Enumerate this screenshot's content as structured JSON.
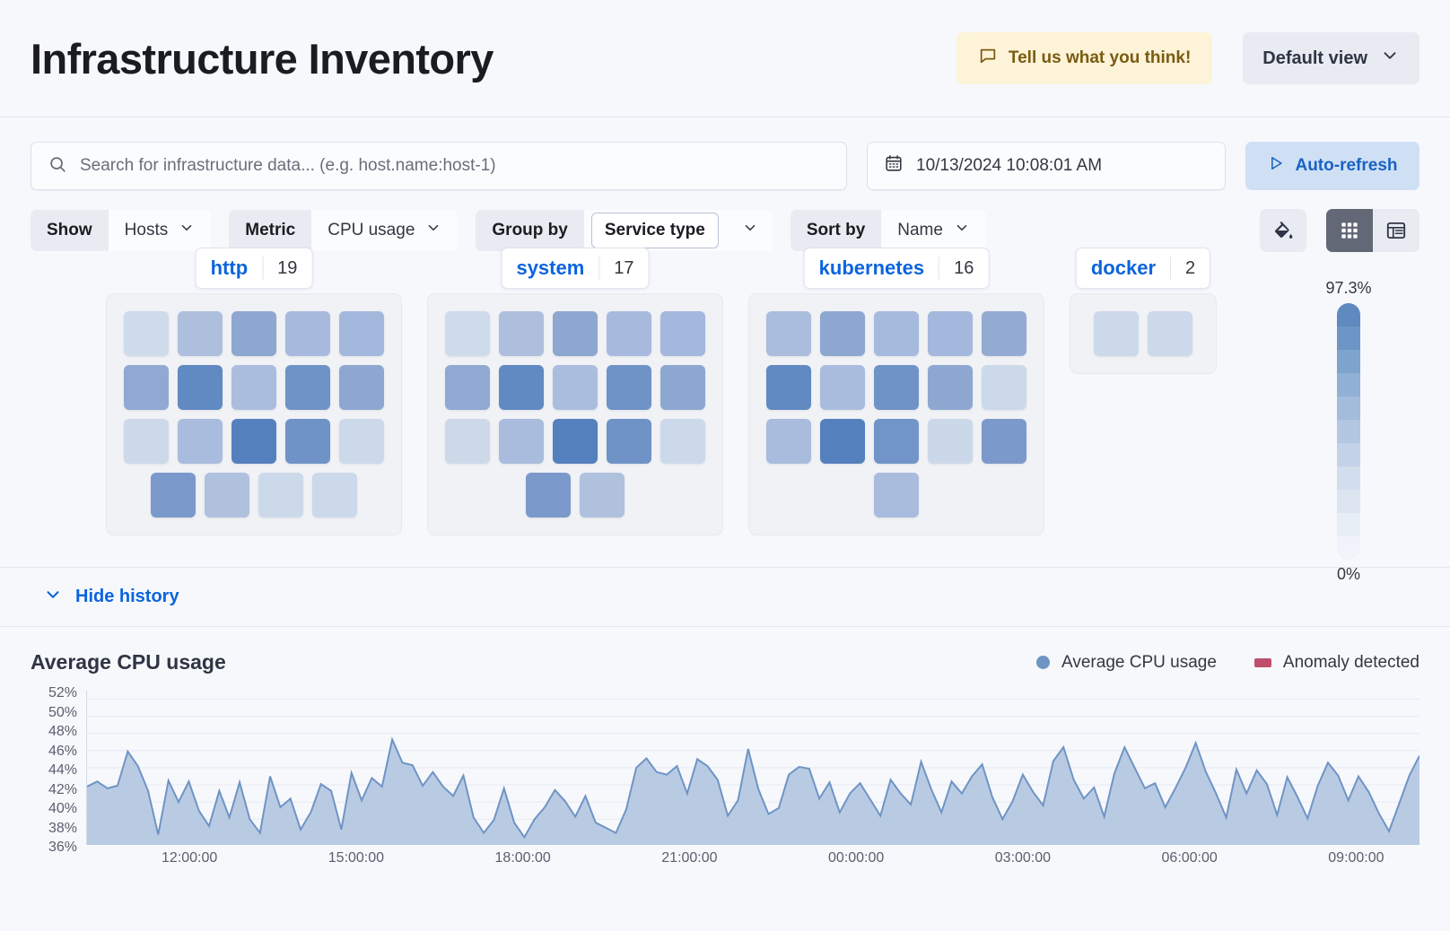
{
  "header": {
    "title": "Infrastructure Inventory",
    "feedback_label": "Tell us what you think!",
    "feedback_icon": "comment-icon",
    "view_label": "Default view",
    "view_icon": "chevron-down-icon"
  },
  "toolbar": {
    "search": {
      "placeholder": "Search for infrastructure data... (e.g. host.name:host-1)",
      "value": "",
      "icon": "search-icon"
    },
    "date": {
      "value": "10/13/2024 10:08:01 AM",
      "icon": "calendar-icon"
    },
    "refresh": {
      "label": "Auto-refresh",
      "icon": "play-icon"
    },
    "filters": [
      {
        "key": "Show",
        "value": "Hosts",
        "boxed": false
      },
      {
        "key": "Metric",
        "value": "CPU usage",
        "boxed": false
      },
      {
        "key": "Group by",
        "value": "Service type",
        "boxed": true
      },
      {
        "key": "Sort by",
        "value": "Name",
        "boxed": false
      }
    ],
    "palette_button_icon": "paint-bucket-icon",
    "view_toggle": [
      {
        "icon": "grid-view-icon",
        "selected": true
      },
      {
        "icon": "table-view-icon",
        "selected": false
      }
    ]
  },
  "waffle": {
    "groups": [
      {
        "name": "http",
        "count": "19",
        "rows": [
          [
            "#cedbeb",
            "#aebfdd",
            "#8ea7d0",
            "#a7bade",
            "#a3b8dc"
          ],
          [
            "#91a9d2",
            "#6189c2",
            "#aabddd",
            "#6f93c7",
            "#8ea7d0"
          ],
          [
            "#cdd9e9",
            "#a9bcdd",
            "#5481bd",
            "#6f93c7",
            "#ccd9ea"
          ],
          [
            "#7c99cb",
            "#b0c1de",
            "#ccd9ea",
            "#ccd9ea"
          ]
        ]
      },
      {
        "name": "system",
        "count": "17",
        "rows": [
          [
            "#cedbeb",
            "#aebfdd",
            "#8ea7d0",
            "#a7bade",
            "#a3b8dc"
          ],
          [
            "#91a9d2",
            "#6189c2",
            "#aabddd",
            "#6f93c7",
            "#8ea7d0"
          ],
          [
            "#cdd9e9",
            "#a9bcdd",
            "#5481bd",
            "#6f93c7",
            "#ccd9ea"
          ],
          [
            "#7c99cb",
            "#b0c1de"
          ]
        ]
      },
      {
        "name": "kubernetes",
        "count": "16",
        "rows": [
          [
            "#aabddd",
            "#8ea7d0",
            "#a6bade",
            "#a3b8dc",
            "#93abd3"
          ],
          [
            "#6189c2",
            "#a9bcdd",
            "#6f93c7",
            "#8ea7d0",
            "#ccd9ea"
          ],
          [
            "#a9bcdd",
            "#5481bd",
            "#7195c8",
            "#cbd8e9",
            "#7c99cb"
          ],
          [
            "#a9bcdd"
          ]
        ]
      },
      {
        "name": "docker",
        "count": "2",
        "rows": [
          [
            "#ccd9ea",
            "#ccd9ea"
          ]
        ]
      }
    ],
    "legend": {
      "max_label": "97.3%",
      "min_label": "0%",
      "steps": [
        "#5e8ac0",
        "#6d96c6",
        "#7ea3cd",
        "#90b0d5",
        "#a3bcdc",
        "#b3c7e2",
        "#c3d2e8",
        "#d2dded",
        "#dde5f1",
        "#e8eef6",
        "#f0f3f9"
      ]
    }
  },
  "history": {
    "toggle_label": "Hide history",
    "toggle_icon": "chevron-down-icon"
  },
  "chart_data": {
    "type": "area",
    "title": "Average CPU usage",
    "xlabel": "",
    "ylabel": "",
    "ylim": [
      35,
      53
    ],
    "grid": true,
    "legend_position": "top-right",
    "legend": [
      {
        "name": "Average CPU usage",
        "color": "#6f94c4",
        "marker": "dot"
      },
      {
        "name": "Anomaly detected",
        "color": "#bd4f6c",
        "marker": "rect"
      }
    ],
    "ytick_labels": [
      "52%",
      "50%",
      "48%",
      "46%",
      "44%",
      "42%",
      "40%",
      "38%",
      "36%"
    ],
    "ytick_values": [
      52,
      50,
      48,
      46,
      44,
      42,
      40,
      38,
      36
    ],
    "xtick_labels": [
      "12:00:00",
      "15:00:00",
      "18:00:00",
      "21:00:00",
      "00:00:00",
      "03:00:00",
      "06:00:00",
      "09:00:00"
    ],
    "series": [
      {
        "name": "Average CPU usage",
        "color": "#6f94c4",
        "fill": "#aec3de",
        "values": [
          41.8,
          42.4,
          41.6,
          41.9,
          45.9,
          44.2,
          41.3,
          36.2,
          42.5,
          40.0,
          42.4,
          39.0,
          37.2,
          41.3,
          38.2,
          42.3,
          38.0,
          36.4,
          43.0,
          39.4,
          40.4,
          36.8,
          38.8,
          42.1,
          41.3,
          36.8,
          43.4,
          40.2,
          42.8,
          41.8,
          47.3,
          44.6,
          44.3,
          41.9,
          43.5,
          41.8,
          40.7,
          43.1,
          38.2,
          36.4,
          37.9,
          41.6,
          37.6,
          35.9,
          38.0,
          39.4,
          41.4,
          40.1,
          38.3,
          40.7,
          37.6,
          37.0,
          36.4,
          39.1,
          44.0,
          45.1,
          43.5,
          43.2,
          44.2,
          41.0,
          45.0,
          44.2,
          42.6,
          38.4,
          40.2,
          46.2,
          41.5,
          38.6,
          39.3,
          43.2,
          44.1,
          43.9,
          40.4,
          42.3,
          38.8,
          41.0,
          42.2,
          40.3,
          38.4,
          42.6,
          41.0,
          39.7,
          44.7,
          41.5,
          38.8,
          42.4,
          41.0,
          43.0,
          44.4,
          40.6,
          38.0,
          40.1,
          43.2,
          41.2,
          39.6,
          44.8,
          46.4,
          42.6,
          40.4,
          41.7,
          38.3,
          43.3,
          46.4,
          44.0,
          41.6,
          42.2,
          39.4,
          41.6,
          44.0,
          46.9,
          43.5,
          41.0,
          38.2,
          43.8,
          41.0,
          43.7,
          42.1,
          38.5,
          42.9,
          40.6,
          38.1,
          41.9,
          44.6,
          43.1,
          40.2,
          43.0,
          41.2,
          38.7,
          36.6,
          39.8,
          43.1,
          45.4
        ]
      }
    ]
  }
}
